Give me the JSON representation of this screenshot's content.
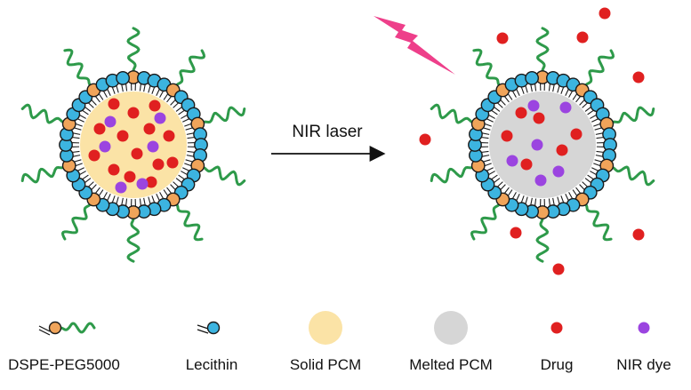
{
  "arrow": {
    "label": "NIR laser"
  },
  "particles": {
    "before_state": "solid",
    "after_state": "melted",
    "lipid_head_count": 40,
    "peg_chain_count": 10
  },
  "legend": {
    "items": [
      {
        "key": "dspe",
        "label": "DSPE-PEG5000",
        "icon": "dspe-peg-icon"
      },
      {
        "key": "lecithin",
        "label": "Lecithin",
        "icon": "lecithin-icon"
      },
      {
        "key": "solid",
        "label": "Solid PCM",
        "icon": "solid-pcm-icon"
      },
      {
        "key": "melted",
        "label": "Melted PCM",
        "icon": "melted-pcm-icon"
      },
      {
        "key": "drug",
        "label": "Drug",
        "icon": "drug-icon"
      },
      {
        "key": "dye",
        "label": "NIR dye",
        "icon": "nir-dye-icon"
      }
    ]
  },
  "colors": {
    "peg": "#2e9a4a",
    "dspe_head": "#f0a45a",
    "lecithin_head": "#3cb4e0",
    "head_outline": "#1a1a1a",
    "solid_pcm": "#fbe3a6",
    "melted_pcm": "#d6d6d6",
    "drug": "#e02020",
    "nir_dye": "#9b44e0",
    "laser": "#ee3f8a"
  }
}
